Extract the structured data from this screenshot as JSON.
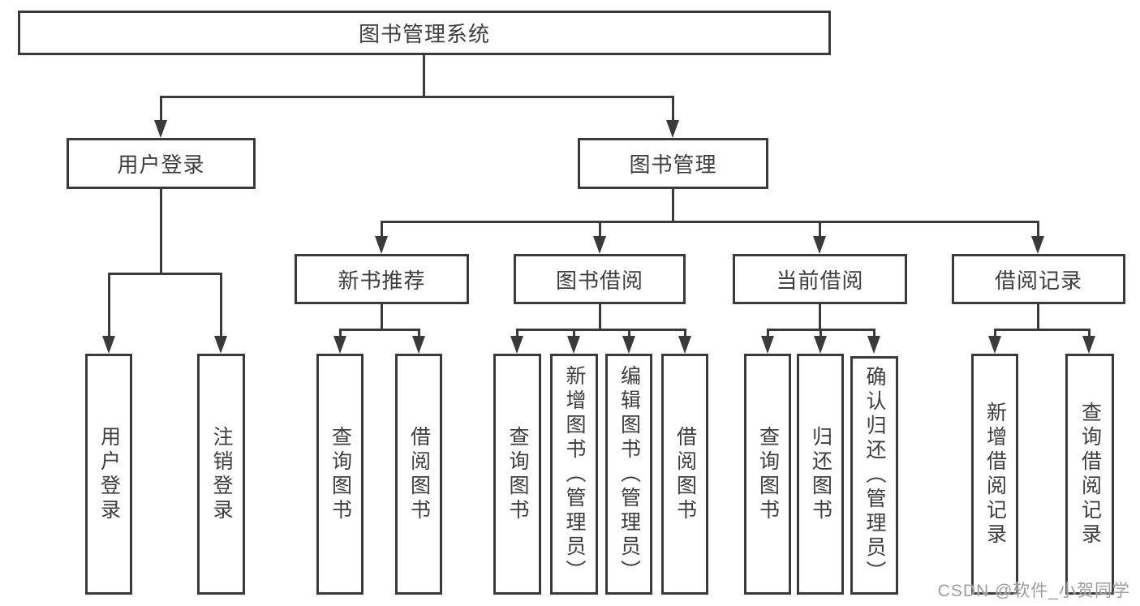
{
  "colors": {
    "line": "#3a3a3a",
    "text": "#3d3d3d",
    "background": "#ffffff",
    "watermark": "#9c9ca2"
  },
  "nodes": {
    "root": {
      "label": "图书管理系统"
    },
    "level2": [
      {
        "label": "用户登录",
        "parent": "图书管理系统"
      },
      {
        "label": "图书管理",
        "parent": "图书管理系统"
      }
    ],
    "level3": [
      {
        "label": "新书推荐",
        "parent": "图书管理"
      },
      {
        "label": "图书借阅",
        "parent": "图书管理"
      },
      {
        "label": "当前借阅",
        "parent": "图书管理"
      },
      {
        "label": "借阅记录",
        "parent": "图书管理"
      }
    ],
    "level4": [
      {
        "label": "用户登录",
        "parent": "用户登录"
      },
      {
        "label": "注销登录",
        "parent": "用户登录"
      },
      {
        "label": "查询图书",
        "parent": "新书推荐"
      },
      {
        "label": "借阅图书",
        "parent": "新书推荐"
      },
      {
        "label": "查询图书",
        "parent": "图书借阅"
      },
      {
        "label": "新增图书（管理员）",
        "parent": "图书借阅"
      },
      {
        "label": "编辑图书（管理员）",
        "parent": "图书借阅"
      },
      {
        "label": "借阅图书",
        "parent": "图书借阅"
      },
      {
        "label": "查询图书",
        "parent": "当前借阅"
      },
      {
        "label": "归还图书",
        "parent": "当前借阅"
      },
      {
        "label": "确认归还（管理员）",
        "parent": "当前借阅"
      },
      {
        "label": "新增借阅记录",
        "parent": "借阅记录"
      },
      {
        "label": "查询借阅记录",
        "parent": "借阅记录"
      }
    ]
  },
  "watermark": {
    "text": "CSDN @软件_小贺同学"
  }
}
